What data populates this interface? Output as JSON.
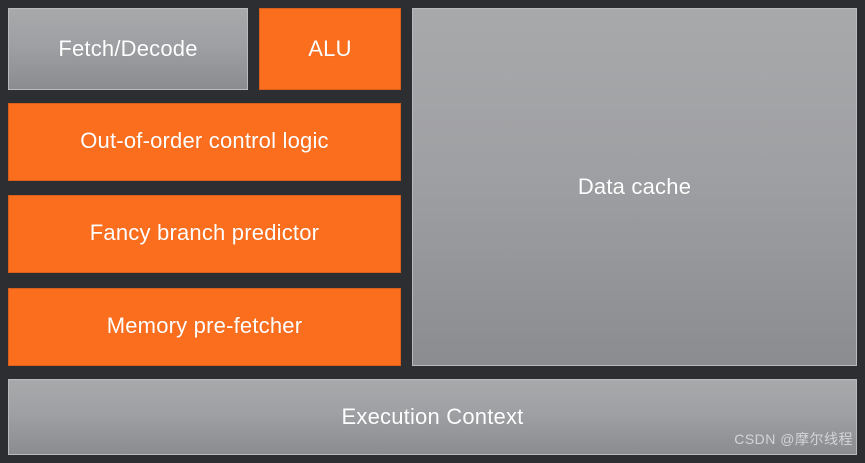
{
  "diagram": {
    "title": "CPU core block diagram",
    "background_color": "#2d2e31",
    "colors": {
      "orange": "#fa6e1e",
      "orange_border": "#d8601c",
      "grey_top": "#a8a9ab",
      "grey_bottom": "#8b8c90",
      "grey_border": "#b9babc",
      "text": "#ffffff",
      "background": "#2d2e31"
    },
    "blocks": [
      {
        "id": "fetch-decode",
        "label": "Fetch/Decode",
        "style": "grey"
      },
      {
        "id": "alu",
        "label": "ALU",
        "style": "orange"
      },
      {
        "id": "ooo",
        "label": "Out-of-order control logic",
        "style": "orange"
      },
      {
        "id": "branch",
        "label": "Fancy branch predictor",
        "style": "orange"
      },
      {
        "id": "prefetch",
        "label": "Memory pre-fetcher",
        "style": "orange"
      },
      {
        "id": "data-cache",
        "label": "Data cache",
        "style": "grey"
      },
      {
        "id": "exec-ctx",
        "label": "Execution Context",
        "style": "grey"
      }
    ]
  },
  "watermark": {
    "text": "CSDN @摩尔线程"
  }
}
